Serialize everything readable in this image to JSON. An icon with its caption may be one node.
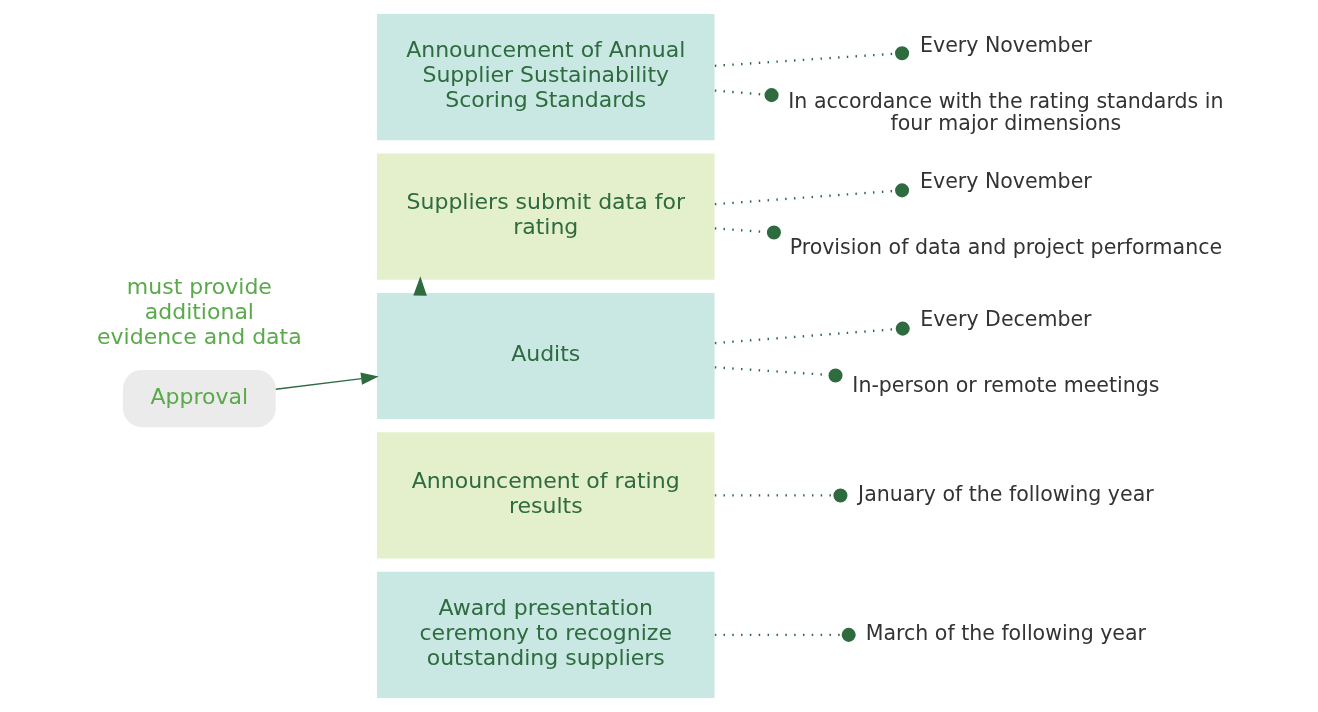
{
  "diagram": {
    "nodes": [
      {
        "text": [
          "Announcement of Annual Supplier Sustainability Scoring Standards"
        ]
      },
      {
        "text": [
          "Suppliers submit data for rating"
        ]
      },
      {
        "text": [
          "Audits"
        ]
      },
      {
        "text": [
          "Announcement of rating results"
        ]
      },
      {
        "text": [
          "Award presentation ceremony to recognize outstanding suppliers"
        ]
      },
      {
        "text": [
          "must provide additional evidence and data"
        ]
      },
      {
        "text": [
          "Approval"
        ]
      },
      {
        "text": [
          "Every November"
        ]
      },
      {
        "text": [
          "In accordance with the rating standards in four major dimensions"
        ]
      },
      {
        "text": [
          "Every November"
        ]
      },
      {
        "text": [
          "Provision of data and project performance"
        ]
      },
      {
        "text": [
          "Every December"
        ]
      },
      {
        "text": [
          "In-person or remote meetings"
        ]
      },
      {
        "text": [
          "January of the following year"
        ]
      },
      {
        "text": [
          "March of the following year"
        ]
      }
    ],
    "edges": [
      {
        "from": 2,
        "to": 1,
        "arrow": "to",
        "style": "dashed"
      },
      {
        "from": 6,
        "to": 2,
        "arrow": "to"
      },
      {
        "from": 0,
        "to": 7,
        "arrow": "other",
        "style": "dashed"
      },
      {
        "from": 0,
        "to": 8,
        "arrow": "other",
        "style": "dashed"
      },
      {
        "from": 1,
        "to": 9,
        "arrow": "other",
        "style": "dashed"
      },
      {
        "from": 1,
        "to": 10,
        "arrow": "other",
        "style": "dashed"
      },
      {
        "from": 2,
        "to": 11,
        "arrow": "other",
        "style": "dashed"
      },
      {
        "from": 2,
        "to": 12,
        "arrow": "other",
        "style": "dashed"
      },
      {
        "from": 3,
        "to": 13,
        "arrow": "other",
        "style": "dashed"
      },
      {
        "from": 4,
        "to": 14,
        "arrow": "other",
        "style": "dashed"
      }
    ]
  }
}
